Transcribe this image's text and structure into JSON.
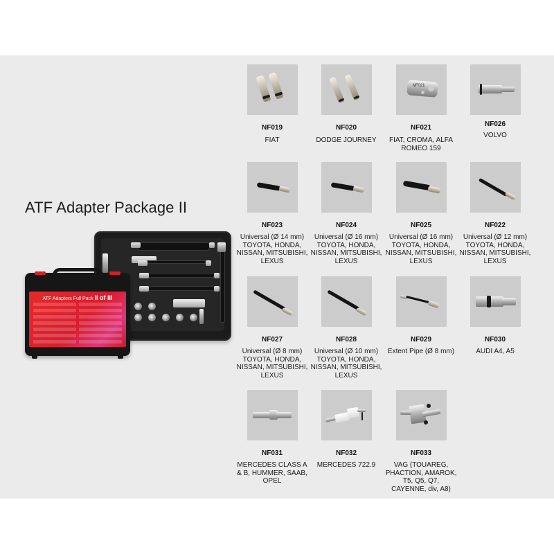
{
  "page": {
    "title": "ATF Adapter Package II",
    "background_band_color": "#ebebeb",
    "tile_color": "#cccccc"
  },
  "case_image": {
    "label_text": "ATF Adapters Full Pack",
    "label_part": "II of III",
    "label_color": "#d81e2f"
  },
  "items": [
    {
      "code": "NF019",
      "description": "FIAT",
      "icon": "twin-quick-coupler-icon"
    },
    {
      "code": "NF020",
      "description": "DODGE JOURNEY",
      "icon": "twin-angled-adapter-icon"
    },
    {
      "code": "NF021",
      "description": "FIAT, CROMA, ALFA ROMEO 159",
      "icon": "plate-bracket-icon"
    },
    {
      "code": "NF026",
      "description": "VOLVO",
      "icon": "straight-coupler-icon"
    },
    {
      "code": "NF023",
      "description": "Universal (Ø 14 mm) TOYOTA, HONDA, NISSAN, MITSUBISHI, LEXUS",
      "icon": "hose-adapter-icon"
    },
    {
      "code": "NF024",
      "description": "Universal (Ø 16 mm) TOYOTA, HONDA, NISSAN, MITSUBISHI, LEXUS",
      "icon": "hose-adapter-icon"
    },
    {
      "code": "NF025",
      "description": "Universal (Ø 16 mm) TOYOTA, HONDA, NISSAN, MITSUBISHI, LEXUS",
      "icon": "hose-adapter-icon"
    },
    {
      "code": "NF022",
      "description": "Universal (Ø 12 mm) TOYOTA, HONDA, NISSAN, MITSUBISHI, LEXUS",
      "icon": "long-hose-adapter-icon"
    },
    {
      "code": "NF027",
      "description": "Universal (Ø 8 mm) TOYOTA, HONDA, NISSAN, MITSUBISHI, LEXUS",
      "icon": "long-hose-adapter-icon"
    },
    {
      "code": "NF028",
      "description": "Universal (Ø 10 mm) TOYOTA, HONDA, NISSAN, MITSUBISHI, LEXUS",
      "icon": "long-hose-adapter-icon"
    },
    {
      "code": "NF029",
      "description": "Extent Pipe (Ø 8 mm)",
      "icon": "extension-pipe-icon"
    },
    {
      "code": "NF030",
      "description": "AUDI A4, A5",
      "icon": "hex-coupler-icon"
    },
    {
      "code": "NF031",
      "description": "MERCEDES CLASS A & B, HUMMER, SAAB, OPEL",
      "icon": "slim-coupler-icon"
    },
    {
      "code": "NF032",
      "description": "MERCEDES 722.9",
      "icon": "angled-block-adapter-icon"
    },
    {
      "code": "NF033",
      "description": "VAG (TOUAREG, PHACTION, AMAROK, T5, Q5, Q7, CAYENNE, div, A8)",
      "icon": "block-adapter-icon"
    }
  ]
}
